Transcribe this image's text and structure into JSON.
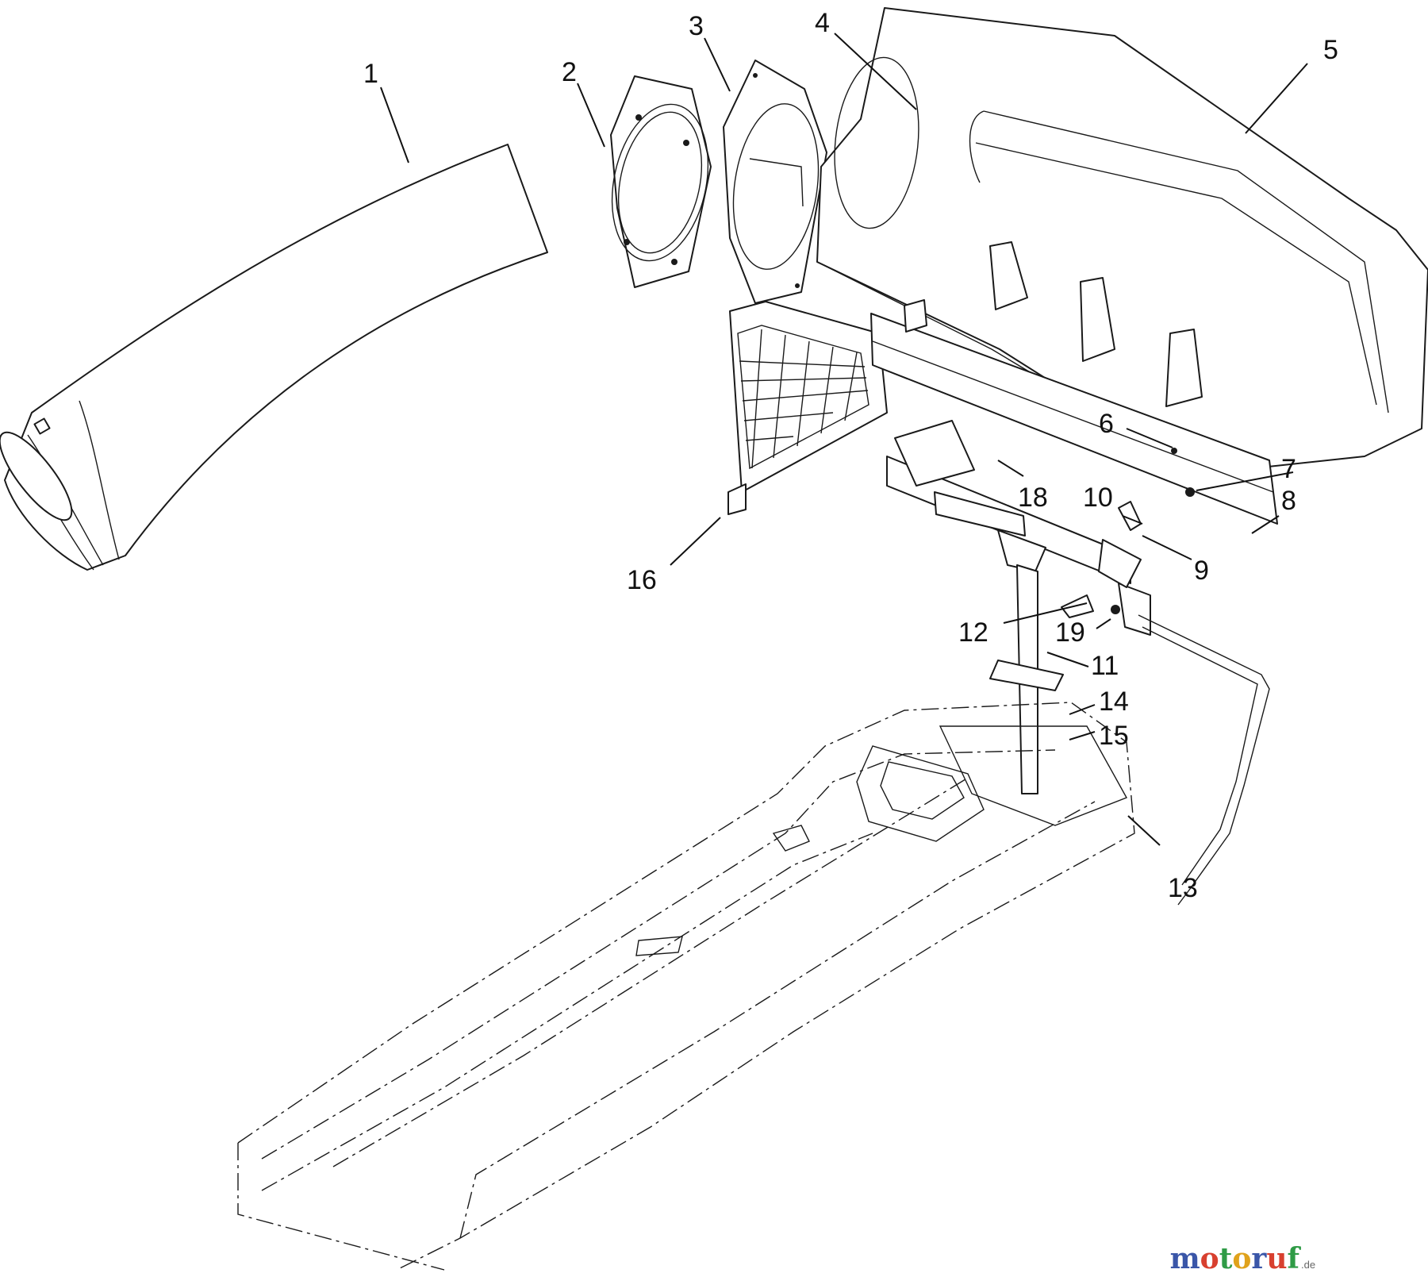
{
  "callouts": [
    {
      "label": "1"
    },
    {
      "label": "2"
    },
    {
      "label": "3"
    },
    {
      "label": "4"
    },
    {
      "label": "5"
    },
    {
      "label": "6"
    },
    {
      "label": "7"
    },
    {
      "label": "8"
    },
    {
      "label": "9"
    },
    {
      "label": "10"
    },
    {
      "label": "11"
    },
    {
      "label": "12"
    },
    {
      "label": "13"
    },
    {
      "label": "14"
    },
    {
      "label": "15"
    },
    {
      "label": "16"
    },
    {
      "label": "18"
    },
    {
      "label": "19"
    }
  ],
  "watermark": {
    "letters": [
      "m",
      "o",
      "t",
      "o",
      "r",
      "u",
      "f"
    ],
    "tld": ".de",
    "colors": [
      "#3a56a8",
      "#d8402f",
      "#2f9b46",
      "#e0a21c",
      "#3a56a8",
      "#d8402f",
      "#2f9b46"
    ]
  }
}
